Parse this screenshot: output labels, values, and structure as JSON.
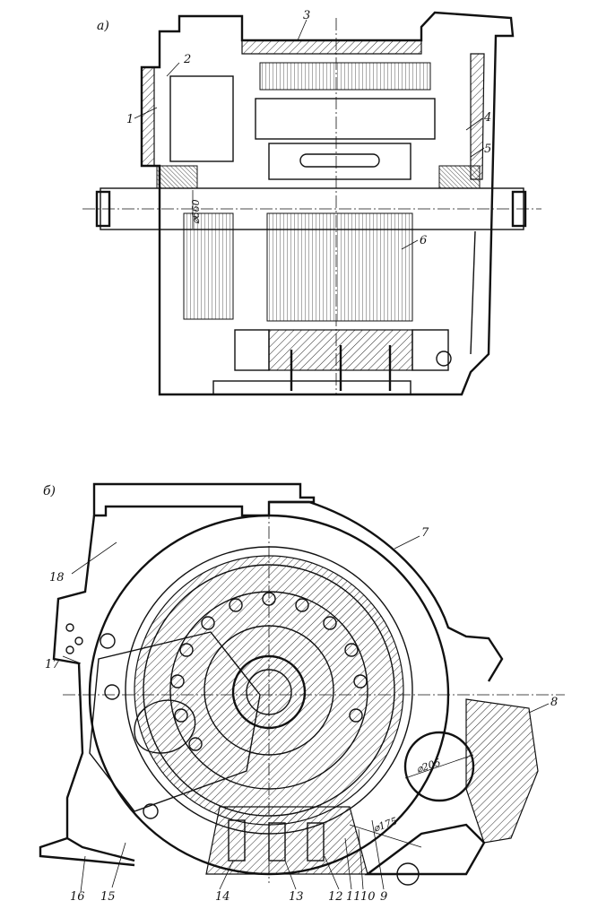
{
  "view_a": {
    "caption": "а)",
    "labels": [
      "1",
      "2",
      "3",
      "4",
      "5",
      "6"
    ],
    "dimension": "⌀660"
  },
  "view_b": {
    "caption": "б)",
    "labels": [
      "7",
      "8",
      "9",
      "10",
      "11",
      "12",
      "13",
      "14",
      "15",
      "16",
      "17",
      "18"
    ],
    "dimensions": [
      "⌀205",
      "⌀175"
    ]
  }
}
